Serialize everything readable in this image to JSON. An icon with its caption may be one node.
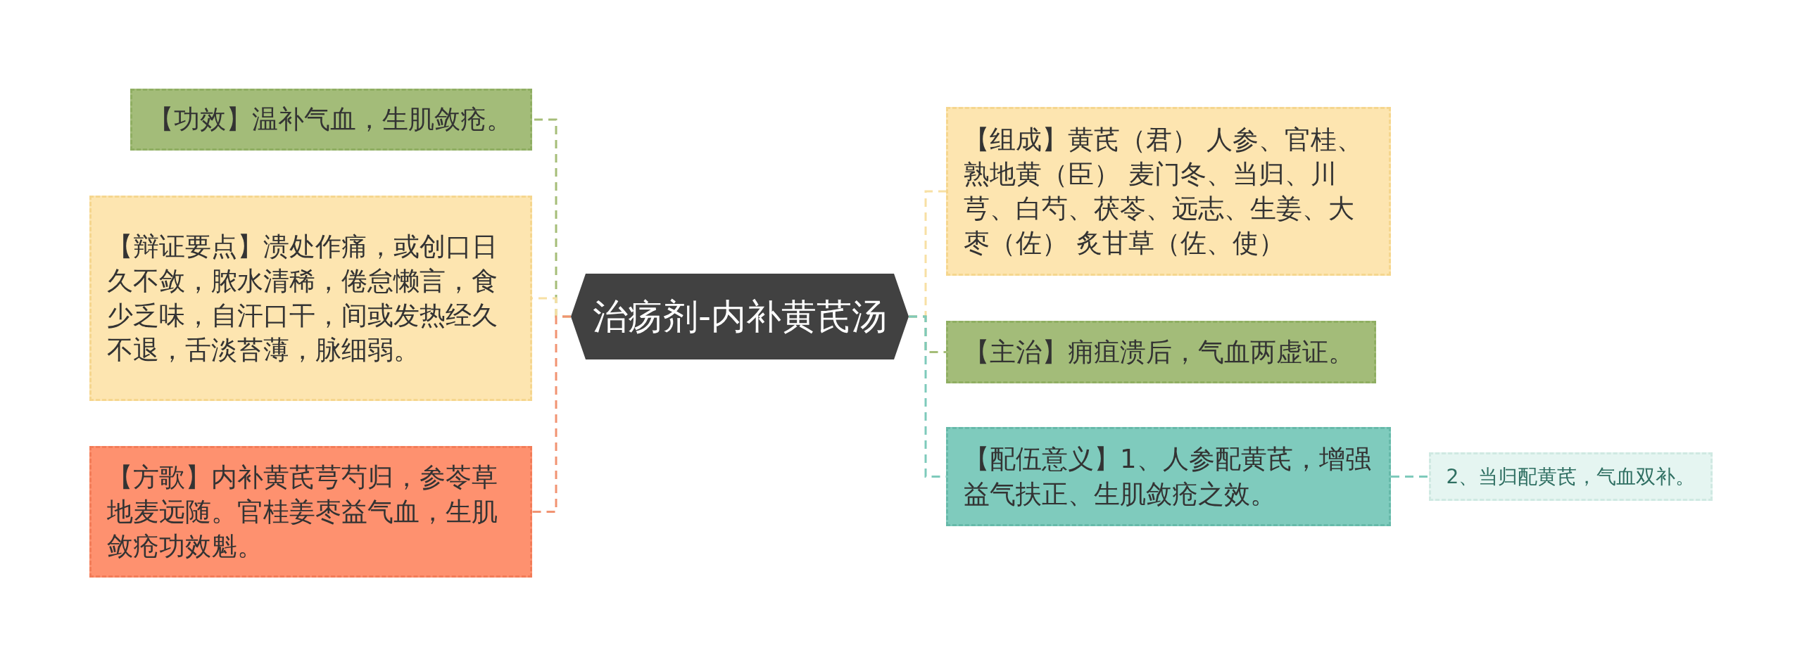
{
  "diagram": {
    "nodes": [
      {
        "text": [
          "治疡剂-内补黄芪汤"
        ]
      },
      {
        "text": [
          "【功效】温补气血，生肌敛疮。"
        ]
      },
      {
        "text": [
          "【辩证要点】溃处作痛，或创口日久不敛，脓水清稀，倦怠懒言，食少乏味，自汗口干，间或发热经久不退，舌淡苔薄，脉细弱。"
        ]
      },
      {
        "text": [
          "【方歌】内补黄芪芎芍归，参苓草地麦远随。官桂姜枣益气血，生肌敛疮功效魁。"
        ]
      },
      {
        "text": [
          "【组成】黄芪（君） 人参、官桂、熟地黄（臣） 麦门冬、当归、川芎、白芍、茯苓、远志、生姜、大枣（佐） 炙甘草（佐、使）"
        ]
      },
      {
        "text": [
          "【主治】痈疽溃后，气血两虚证。"
        ]
      },
      {
        "text": [
          "【配伍意义】1、人参配黄芪，增强益气扶正、生肌敛疮之效。"
        ]
      },
      {
        "text": [
          "2、当归配黄芪，气血双补。"
        ]
      }
    ],
    "edges": [
      {
        "from": 0,
        "to": 1,
        "arrow": "none",
        "style": "dashed",
        "color": "#a5bd78"
      },
      {
        "from": 0,
        "to": 2,
        "arrow": "none",
        "style": "dashed",
        "color": "#f7e0a4"
      },
      {
        "from": 0,
        "to": 3,
        "arrow": "none",
        "style": "dashed",
        "color": "#f19372"
      },
      {
        "from": 0,
        "to": 4,
        "arrow": "none",
        "style": "dashed",
        "color": "#f7e0a4"
      },
      {
        "from": 0,
        "to": 5,
        "arrow": "none",
        "style": "dashed",
        "color": "#a5bd78"
      },
      {
        "from": 0,
        "to": 6,
        "arrow": "none",
        "style": "dashed",
        "color": "#7ecabb"
      },
      {
        "from": 6,
        "to": 7,
        "arrow": "none",
        "style": "dashed",
        "color": "#7ecabb"
      }
    ]
  }
}
